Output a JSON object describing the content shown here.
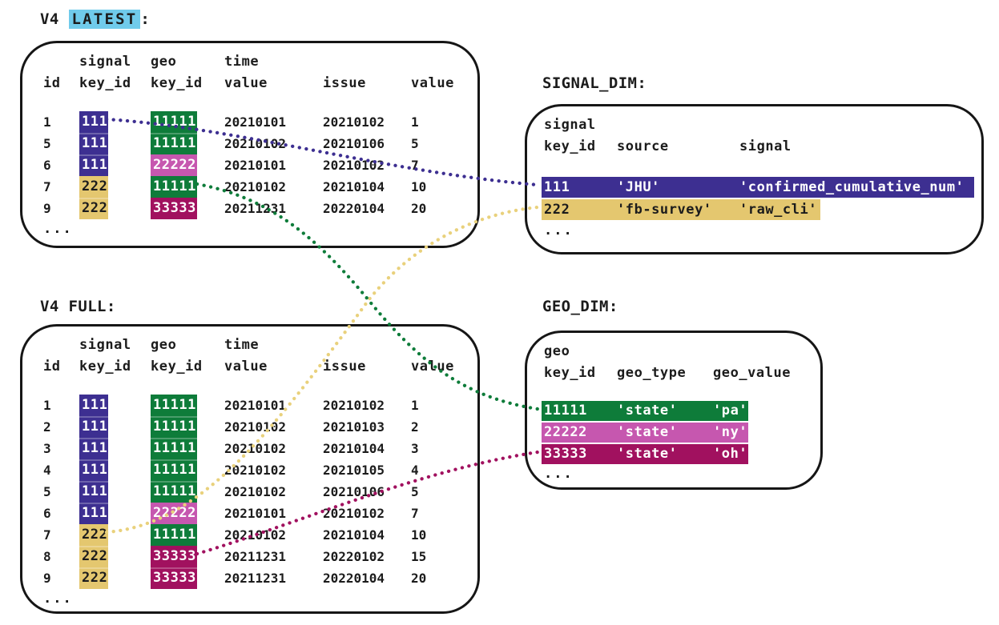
{
  "colors": {
    "ink": "#1c1c1c",
    "border": "#161616",
    "purple": "#3d2f91",
    "yellow": "#e4c76f",
    "green": "#0e7c3a",
    "pink": "#c657af",
    "maroon": "#a1115f",
    "highlight_cyan": "#70cbeb",
    "line_yellow": "#e9d17c"
  },
  "v4_headers": {
    "signal_top": "signal",
    "geo_top": "geo",
    "time_top": "time",
    "id": "id",
    "key_id": "key_id",
    "value_mid": "value",
    "issue": "issue",
    "value": "value"
  },
  "v4_latest": {
    "title_prefix": "V4 ",
    "title_highlight": "LATEST",
    "title_suffix": ":",
    "ellipsis": "...",
    "rows": [
      {
        "id": "1",
        "signal_key_id": "111",
        "signal_color": "purple",
        "geo_key_id": "11111",
        "geo_color": "green",
        "time_value": "20210101",
        "issue": "20210102",
        "value": "1"
      },
      {
        "id": "5",
        "signal_key_id": "111",
        "signal_color": "purple",
        "geo_key_id": "11111",
        "geo_color": "green",
        "time_value": "20210102",
        "issue": "20210106",
        "value": "5"
      },
      {
        "id": "6",
        "signal_key_id": "111",
        "signal_color": "purple",
        "geo_key_id": "22222",
        "geo_color": "pink",
        "time_value": "20210101",
        "issue": "20210102",
        "value": "7"
      },
      {
        "id": "7",
        "signal_key_id": "222",
        "signal_color": "yellow",
        "geo_key_id": "11111",
        "geo_color": "green",
        "time_value": "20210102",
        "issue": "20210104",
        "value": "10"
      },
      {
        "id": "9",
        "signal_key_id": "222",
        "signal_color": "yellow",
        "geo_key_id": "33333",
        "geo_color": "maroon",
        "time_value": "20211231",
        "issue": "20220104",
        "value": "20"
      }
    ]
  },
  "v4_full": {
    "title": "V4 FULL:",
    "ellipsis": "...",
    "rows": [
      {
        "id": "1",
        "signal_key_id": "111",
        "signal_color": "purple",
        "geo_key_id": "11111",
        "geo_color": "green",
        "time_value": "20210101",
        "issue": "20210102",
        "value": "1"
      },
      {
        "id": "2",
        "signal_key_id": "111",
        "signal_color": "purple",
        "geo_key_id": "11111",
        "geo_color": "green",
        "time_value": "20210102",
        "issue": "20210103",
        "value": "2"
      },
      {
        "id": "3",
        "signal_key_id": "111",
        "signal_color": "purple",
        "geo_key_id": "11111",
        "geo_color": "green",
        "time_value": "20210102",
        "issue": "20210104",
        "value": "3"
      },
      {
        "id": "4",
        "signal_key_id": "111",
        "signal_color": "purple",
        "geo_key_id": "11111",
        "geo_color": "green",
        "time_value": "20210102",
        "issue": "20210105",
        "value": "4"
      },
      {
        "id": "5",
        "signal_key_id": "111",
        "signal_color": "purple",
        "geo_key_id": "11111",
        "geo_color": "green",
        "time_value": "20210102",
        "issue": "20210106",
        "value": "5"
      },
      {
        "id": "6",
        "signal_key_id": "111",
        "signal_color": "purple",
        "geo_key_id": "22222",
        "geo_color": "pink",
        "time_value": "20210101",
        "issue": "20210102",
        "value": "7"
      },
      {
        "id": "7",
        "signal_key_id": "222",
        "signal_color": "yellow",
        "geo_key_id": "11111",
        "geo_color": "green",
        "time_value": "20210102",
        "issue": "20210104",
        "value": "10"
      },
      {
        "id": "8",
        "signal_key_id": "222",
        "signal_color": "yellow",
        "geo_key_id": "33333",
        "geo_color": "maroon",
        "time_value": "20211231",
        "issue": "20220102",
        "value": "15"
      },
      {
        "id": "9",
        "signal_key_id": "222",
        "signal_color": "yellow",
        "geo_key_id": "33333",
        "geo_color": "maroon",
        "time_value": "20211231",
        "issue": "20220104",
        "value": "20"
      }
    ]
  },
  "signal_dim": {
    "title": "SIGNAL_DIM:",
    "header_top": "signal",
    "headers": [
      "key_id",
      "source",
      "signal"
    ],
    "ellipsis": "...",
    "rows": [
      {
        "color": "purple",
        "values": [
          "111",
          "'JHU'",
          "'confirmed_cumulative_num'"
        ]
      },
      {
        "color": "yellow",
        "values": [
          "222",
          "'fb-survey'",
          "'raw_cli'"
        ]
      }
    ]
  },
  "geo_dim": {
    "title": "GEO_DIM:",
    "header_top": "geo",
    "headers": [
      "key_id",
      "geo_type",
      "geo_value"
    ],
    "ellipsis": "...",
    "rows": [
      {
        "color": "green",
        "values": [
          "11111",
          "'state'",
          "'pa'"
        ]
      },
      {
        "color": "pink",
        "values": [
          "22222",
          "'state'",
          "'ny'"
        ]
      },
      {
        "color": "maroon",
        "values": [
          "33333",
          "'state'",
          "'oh'"
        ]
      }
    ]
  },
  "connections": [
    {
      "id": "latest-111-to-signal-dim",
      "color": "purple",
      "from": "V4 LATEST signal key_id 111 (id 1)",
      "to": "SIGNAL_DIM key 111"
    },
    {
      "id": "full-222-to-signal-dim",
      "color": "yellow",
      "from": "V4 FULL signal key_id 222 (id 7)",
      "to": "SIGNAL_DIM key 222"
    },
    {
      "id": "latest-11111-to-geo-dim",
      "color": "green",
      "from": "V4 LATEST geo key_id 11111 (id 7)",
      "to": "GEO_DIM key 11111"
    },
    {
      "id": "full-33333-to-geo-dim",
      "color": "maroon",
      "from": "V4 FULL geo key_id 33333 (id 8)",
      "to": "GEO_DIM key 33333"
    }
  ]
}
